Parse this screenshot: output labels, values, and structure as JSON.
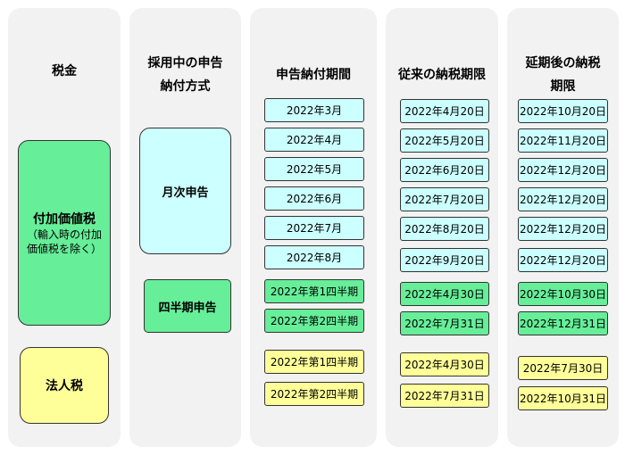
{
  "headers": {
    "tax": "税金",
    "method_line1": "採用中の申告",
    "method_line2": "納付方式",
    "period": "申告納付期間",
    "old": "従来の納税期限",
    "new_line1": "延期後の納税",
    "new_line2": "期限"
  },
  "taxes": {
    "vat_title": "付加価値税",
    "vat_note": "（輸入時の付加価値税を除く）",
    "corp": "法人税"
  },
  "methods": {
    "monthly": "月次申告",
    "quarterly": "四半期申告"
  },
  "periods": [
    "2022年3月",
    "2022年4月",
    "2022年5月",
    "2022年6月",
    "2022年7月",
    "2022年8月",
    "2022年第1四半期",
    "2022年第2四半期",
    "2022年第1四半期",
    "2022年第2四半期"
  ],
  "old_deadlines": [
    "2022年4月20日",
    "2022年5月20日",
    "2022年6月20日",
    "2022年7月20日",
    "2022年8月20日",
    "2022年9月20日",
    "2022年4月30日",
    "2022年7月31日",
    "2022年4月30日",
    "2022年7月31日"
  ],
  "new_deadlines": [
    "2022年10月20日",
    "2022年11月20日",
    "2022年12月20日",
    "2022年12月20日",
    "2022年12月20日",
    "2022年12月20日",
    "2022年10月30日",
    "2022年12月31日",
    "2022年7月30日",
    "2022年10月31日"
  ],
  "colors": {
    "monthly": "#ccffff",
    "quarterly_vat": "#66ee99",
    "corporate": "#ffff99",
    "column_bg": "#f2f2f2"
  }
}
